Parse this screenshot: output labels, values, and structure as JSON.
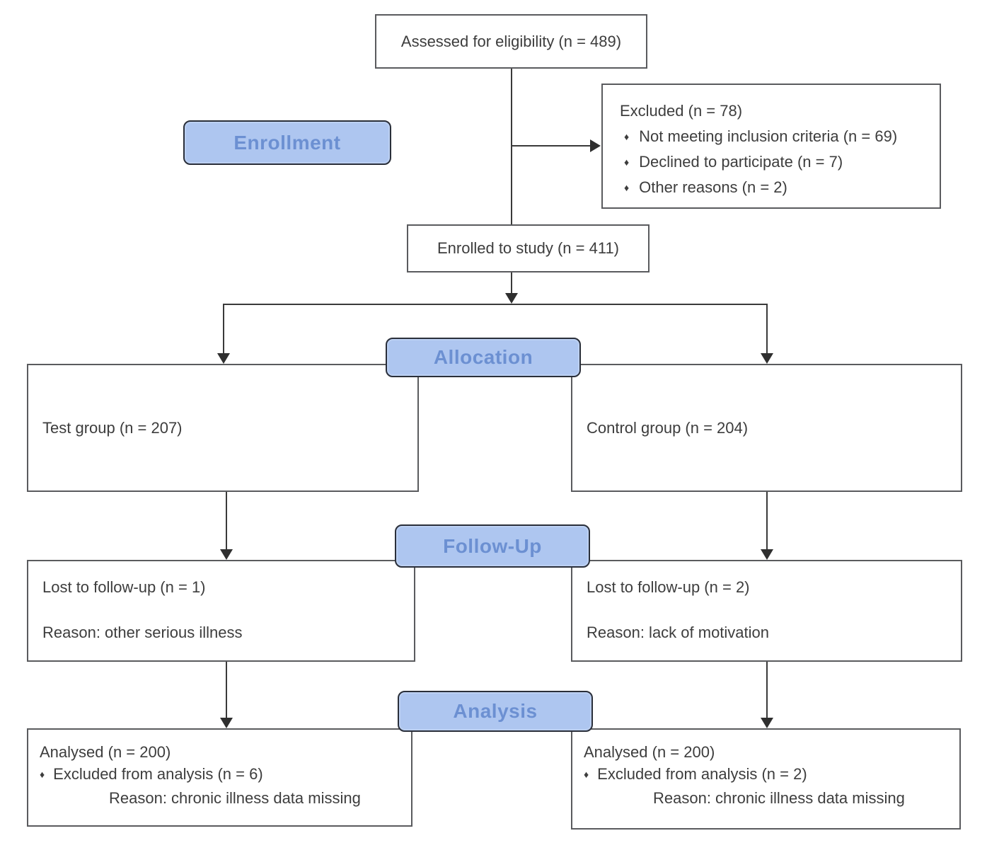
{
  "diagram": {
    "type": "consort-flowchart",
    "phases": {
      "enrollment": "Enrollment",
      "allocation": "Allocation",
      "followup": "Follow-Up",
      "analysis": "Analysis"
    },
    "nodes": {
      "assessed": "Assessed for eligibility (n = 489)",
      "excluded": {
        "title": "Excluded (n = 78)",
        "items": [
          "Not meeting inclusion criteria (n = 69)",
          "Declined to participate (n = 7)",
          "Other reasons (n = 2)"
        ]
      },
      "enrolled": "Enrolled to study (n = 411)",
      "test_group": "Test group (n = 207)",
      "control_group": "Control group (n = 204)",
      "followup_test": {
        "lost": "Lost to follow-up (n = 1)",
        "reason": "Reason: other serious illness"
      },
      "followup_control": {
        "lost": "Lost to follow-up (n = 2)",
        "reason": "Reason: lack of motivation"
      },
      "analysis_test": {
        "analysed": "Analysed (n = 200)",
        "excluded": "Excluded from analysis (n = 6)",
        "reason": "Reason: chronic illness data missing"
      },
      "analysis_control": {
        "analysed": "Analysed (n = 200)",
        "excluded": "Excluded from analysis (n = 2)",
        "reason": "Reason: chronic illness data missing"
      }
    },
    "icons": {
      "bullet": "♦"
    },
    "colors": {
      "phase_fill": "#aec6f0",
      "phase_text": "#6c90d2",
      "phase_border": "#2a2f3a",
      "box_border": "#5a5b5e",
      "line": "#2f2f2f",
      "text": "#3d3d3d"
    }
  }
}
